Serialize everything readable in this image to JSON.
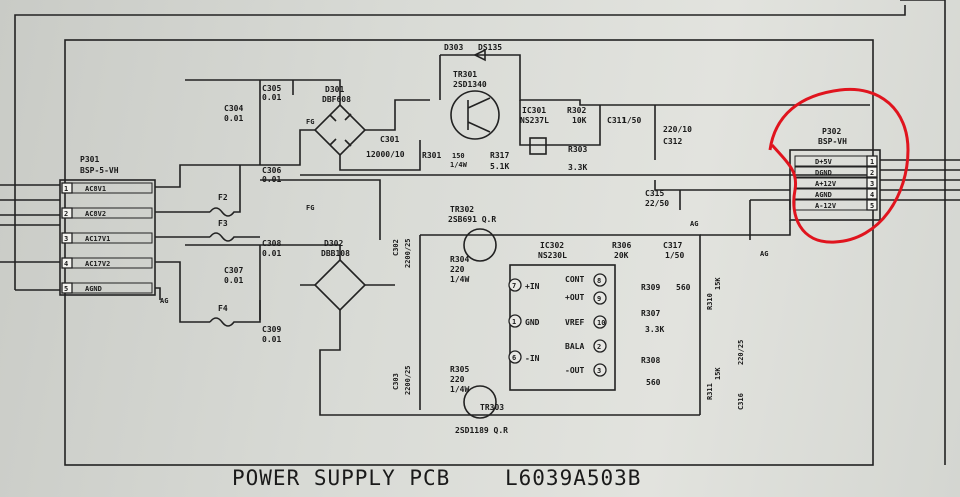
{
  "title": "POWER SUPPLY PCB",
  "part_number": "L6039A503B",
  "connector_in": {
    "ref": "P301",
    "type": "BSP-5-VH",
    "pins": [
      {
        "num": "1",
        "name": "AC8V1"
      },
      {
        "num": "2",
        "name": "AC8V2"
      },
      {
        "num": "3",
        "name": "AC17V1"
      },
      {
        "num": "4",
        "name": "AC17V2"
      },
      {
        "num": "5",
        "name": "AGND"
      }
    ]
  },
  "connector_out": {
    "ref": "P302",
    "type": "BSP-VH",
    "pins": [
      {
        "num": "1",
        "name": "D+5V"
      },
      {
        "num": "2",
        "name": "DGND"
      },
      {
        "num": "3",
        "name": "A+12V"
      },
      {
        "num": "4",
        "name": "AGND"
      },
      {
        "num": "5",
        "name": "A-12V"
      }
    ]
  },
  "labels": {
    "c305": "C305",
    "c305v": "0.01",
    "c304": "C304",
    "c304v": "0.01",
    "c306": "C306",
    "c306v": "0.01",
    "c308": "C308",
    "c308v": "0.01",
    "c307": "C307",
    "c307v": "0.01",
    "c309": "C309",
    "c309v": "0.01",
    "d301": "D301",
    "d301p": "DBF608",
    "d302": "D302",
    "d302p": "DBB108",
    "c301": "C301",
    "c301v": "12000/10",
    "r301": "R301",
    "d303": "D303",
    "d303p": "DS135",
    "tr301": "TR301",
    "tr301p": "2SD1340",
    "ic301": "IC301",
    "ic301p": "NS237L",
    "r302": "R302",
    "r302v": "10K",
    "c311": "C311",
    "c311v": "1/50",
    "c312": "C312",
    "c312v": "220/10",
    "r303": "R303",
    "r303v": "3.3K",
    "r317": "R317",
    "r317v": "5.1K",
    "r_150": "150",
    "r_150w": "1/4W",
    "c315": "C315",
    "c315v": "22/50",
    "tr302": "TR302",
    "tr302p": "2SB691 Q.R",
    "r304": "R304",
    "r304v": "220",
    "r304w": "1/4W",
    "c302": "C302",
    "c302v": "2200/25",
    "ic302": "IC302",
    "ic302p": "NS230L",
    "r306": "R306",
    "r306v": "20K",
    "c317": "C317",
    "c317v": "1/50",
    "r309": "R309",
    "r309v": "560",
    "r307": "R307",
    "r307v": "3.3K",
    "r308": "R308",
    "r308v": "560",
    "r310": "R310",
    "r310v": "15K",
    "r311": "R311",
    "r311v": "15K",
    "c316": "C316",
    "c316v": "220/25",
    "c303": "C303",
    "c303v": "2200/25",
    "r305": "R305",
    "r305v": "220",
    "r305w": "1/4W",
    "tr303": "TR303",
    "tr303p": "2SD1189 Q.R",
    "f2": "F2",
    "f3": "F3",
    "f4": "F4",
    "fg": "FG",
    "ag": "AG",
    "pin_plus_in": "+IN",
    "pin_gnd": "GND",
    "pin_minus_in": "-IN",
    "pin_cont": "CONT",
    "pin_plus_out": "+OUT",
    "pin_vref": "VREF",
    "pin_bala": "BALA",
    "pin_minus_out": "-OUT",
    "n7": "7",
    "n1": "1",
    "n6": "6",
    "n8": "8",
    "n9": "9",
    "n10": "10",
    "n2": "2",
    "n3": "3"
  },
  "colors": {
    "annotation": "#e0141e",
    "ink": "#222222",
    "paper": "#dcded9"
  }
}
